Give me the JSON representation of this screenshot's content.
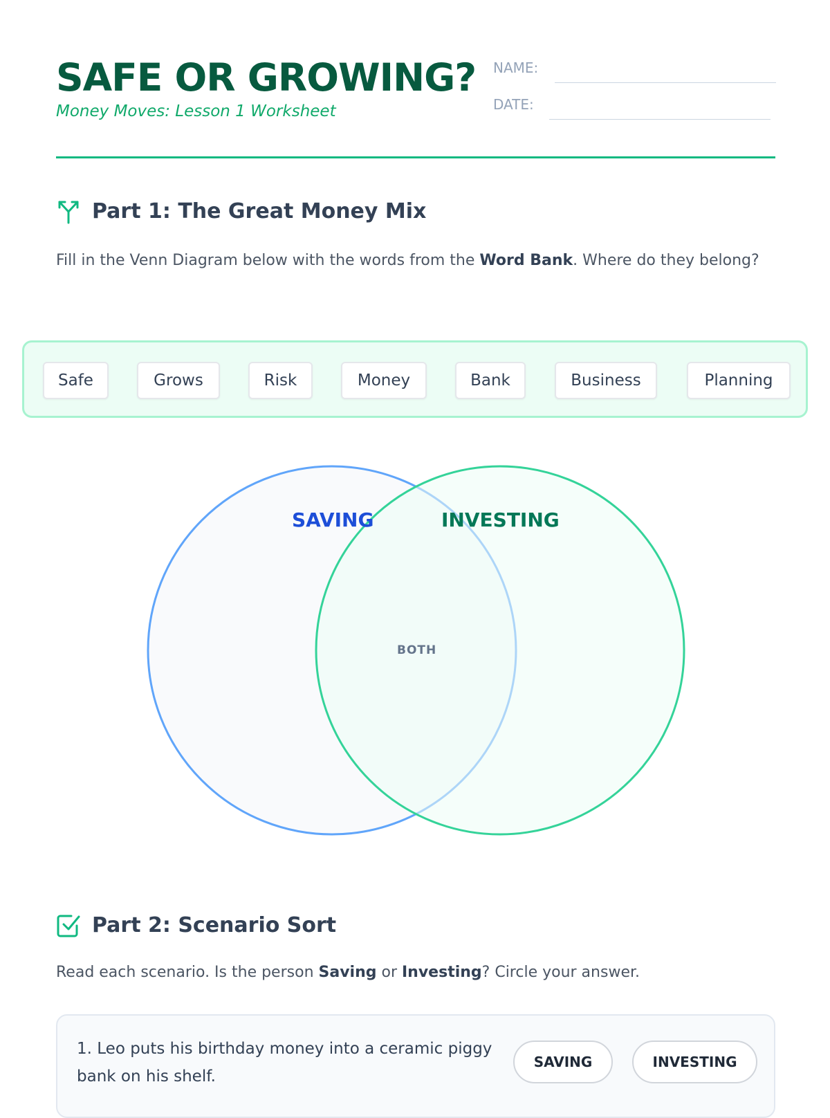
{
  "header": {
    "title": "SAFE OR GROWING?",
    "subtitle": "Money Moves: Lesson 1 Worksheet",
    "name_label": "NAME:",
    "date_label": "DATE:"
  },
  "part1": {
    "icon": "split-arrows-icon",
    "title": "Part 1: The Great Money Mix",
    "instruction_before": "Fill in the Venn Diagram below with the words from the ",
    "instruction_bold": "Word Bank",
    "instruction_after": ". Where do they belong?",
    "word_bank": [
      "Safe",
      "Grows",
      "Risk",
      "Money",
      "Bank",
      "Business",
      "Planning"
    ]
  },
  "venn": {
    "left_label": "SAVING",
    "right_label": "INVESTING",
    "center_label": "BOTH",
    "left_color": "#60a5fa",
    "right_color": "#34d399"
  },
  "part2": {
    "icon": "checkbox-icon",
    "title": "Part 2: Scenario Sort",
    "instruction_before": "Read each scenario. Is the person ",
    "instruction_bold1": "Saving",
    "instruction_mid": " or ",
    "instruction_bold2": "Investing",
    "instruction_after": "? Circle your answer.",
    "scenarios": [
      {
        "text": "1. Leo puts his birthday money into a ceramic piggy bank on his shelf.",
        "option_a": "SAVING",
        "option_b": "INVESTING"
      }
    ]
  },
  "colors": {
    "title": "#075a3f",
    "accent": "#10b981",
    "saving": "#1d4ed8",
    "investing": "#047857"
  }
}
